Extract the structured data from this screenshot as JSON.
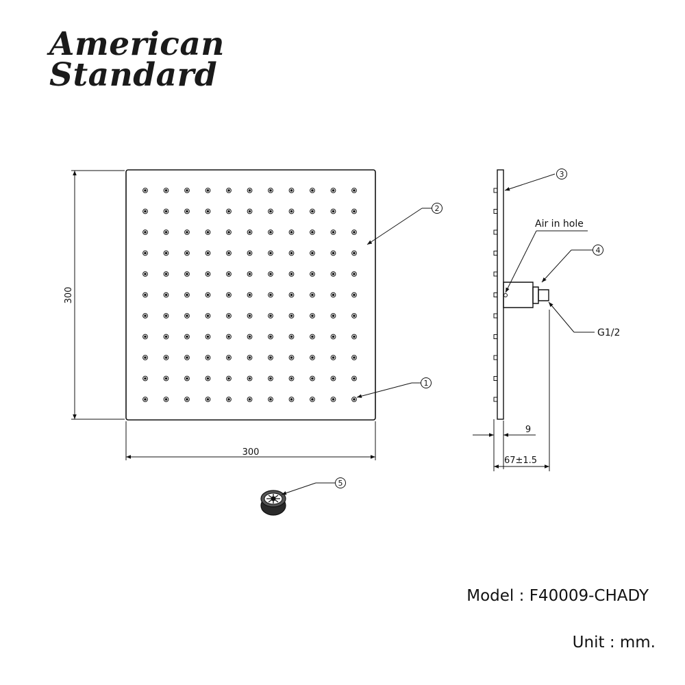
{
  "brand": {
    "line1": "American",
    "line2": "Standard"
  },
  "front_view": {
    "width_dim": "300",
    "height_dim": "300",
    "nozzle_rows": 11,
    "nozzle_cols": 11
  },
  "side_view": {
    "air_in_hole_label": "Air in hole",
    "thread_label": "G1/2",
    "thickness_dim": "9",
    "depth_dim": "67±1.5"
  },
  "callouts": [
    "1",
    "2",
    "3",
    "4",
    "5"
  ],
  "model": {
    "label": "Model",
    "separator": ":",
    "value": "F40009-CHADY"
  },
  "unit": {
    "label": "Unit",
    "separator": ":",
    "value": "mm."
  }
}
